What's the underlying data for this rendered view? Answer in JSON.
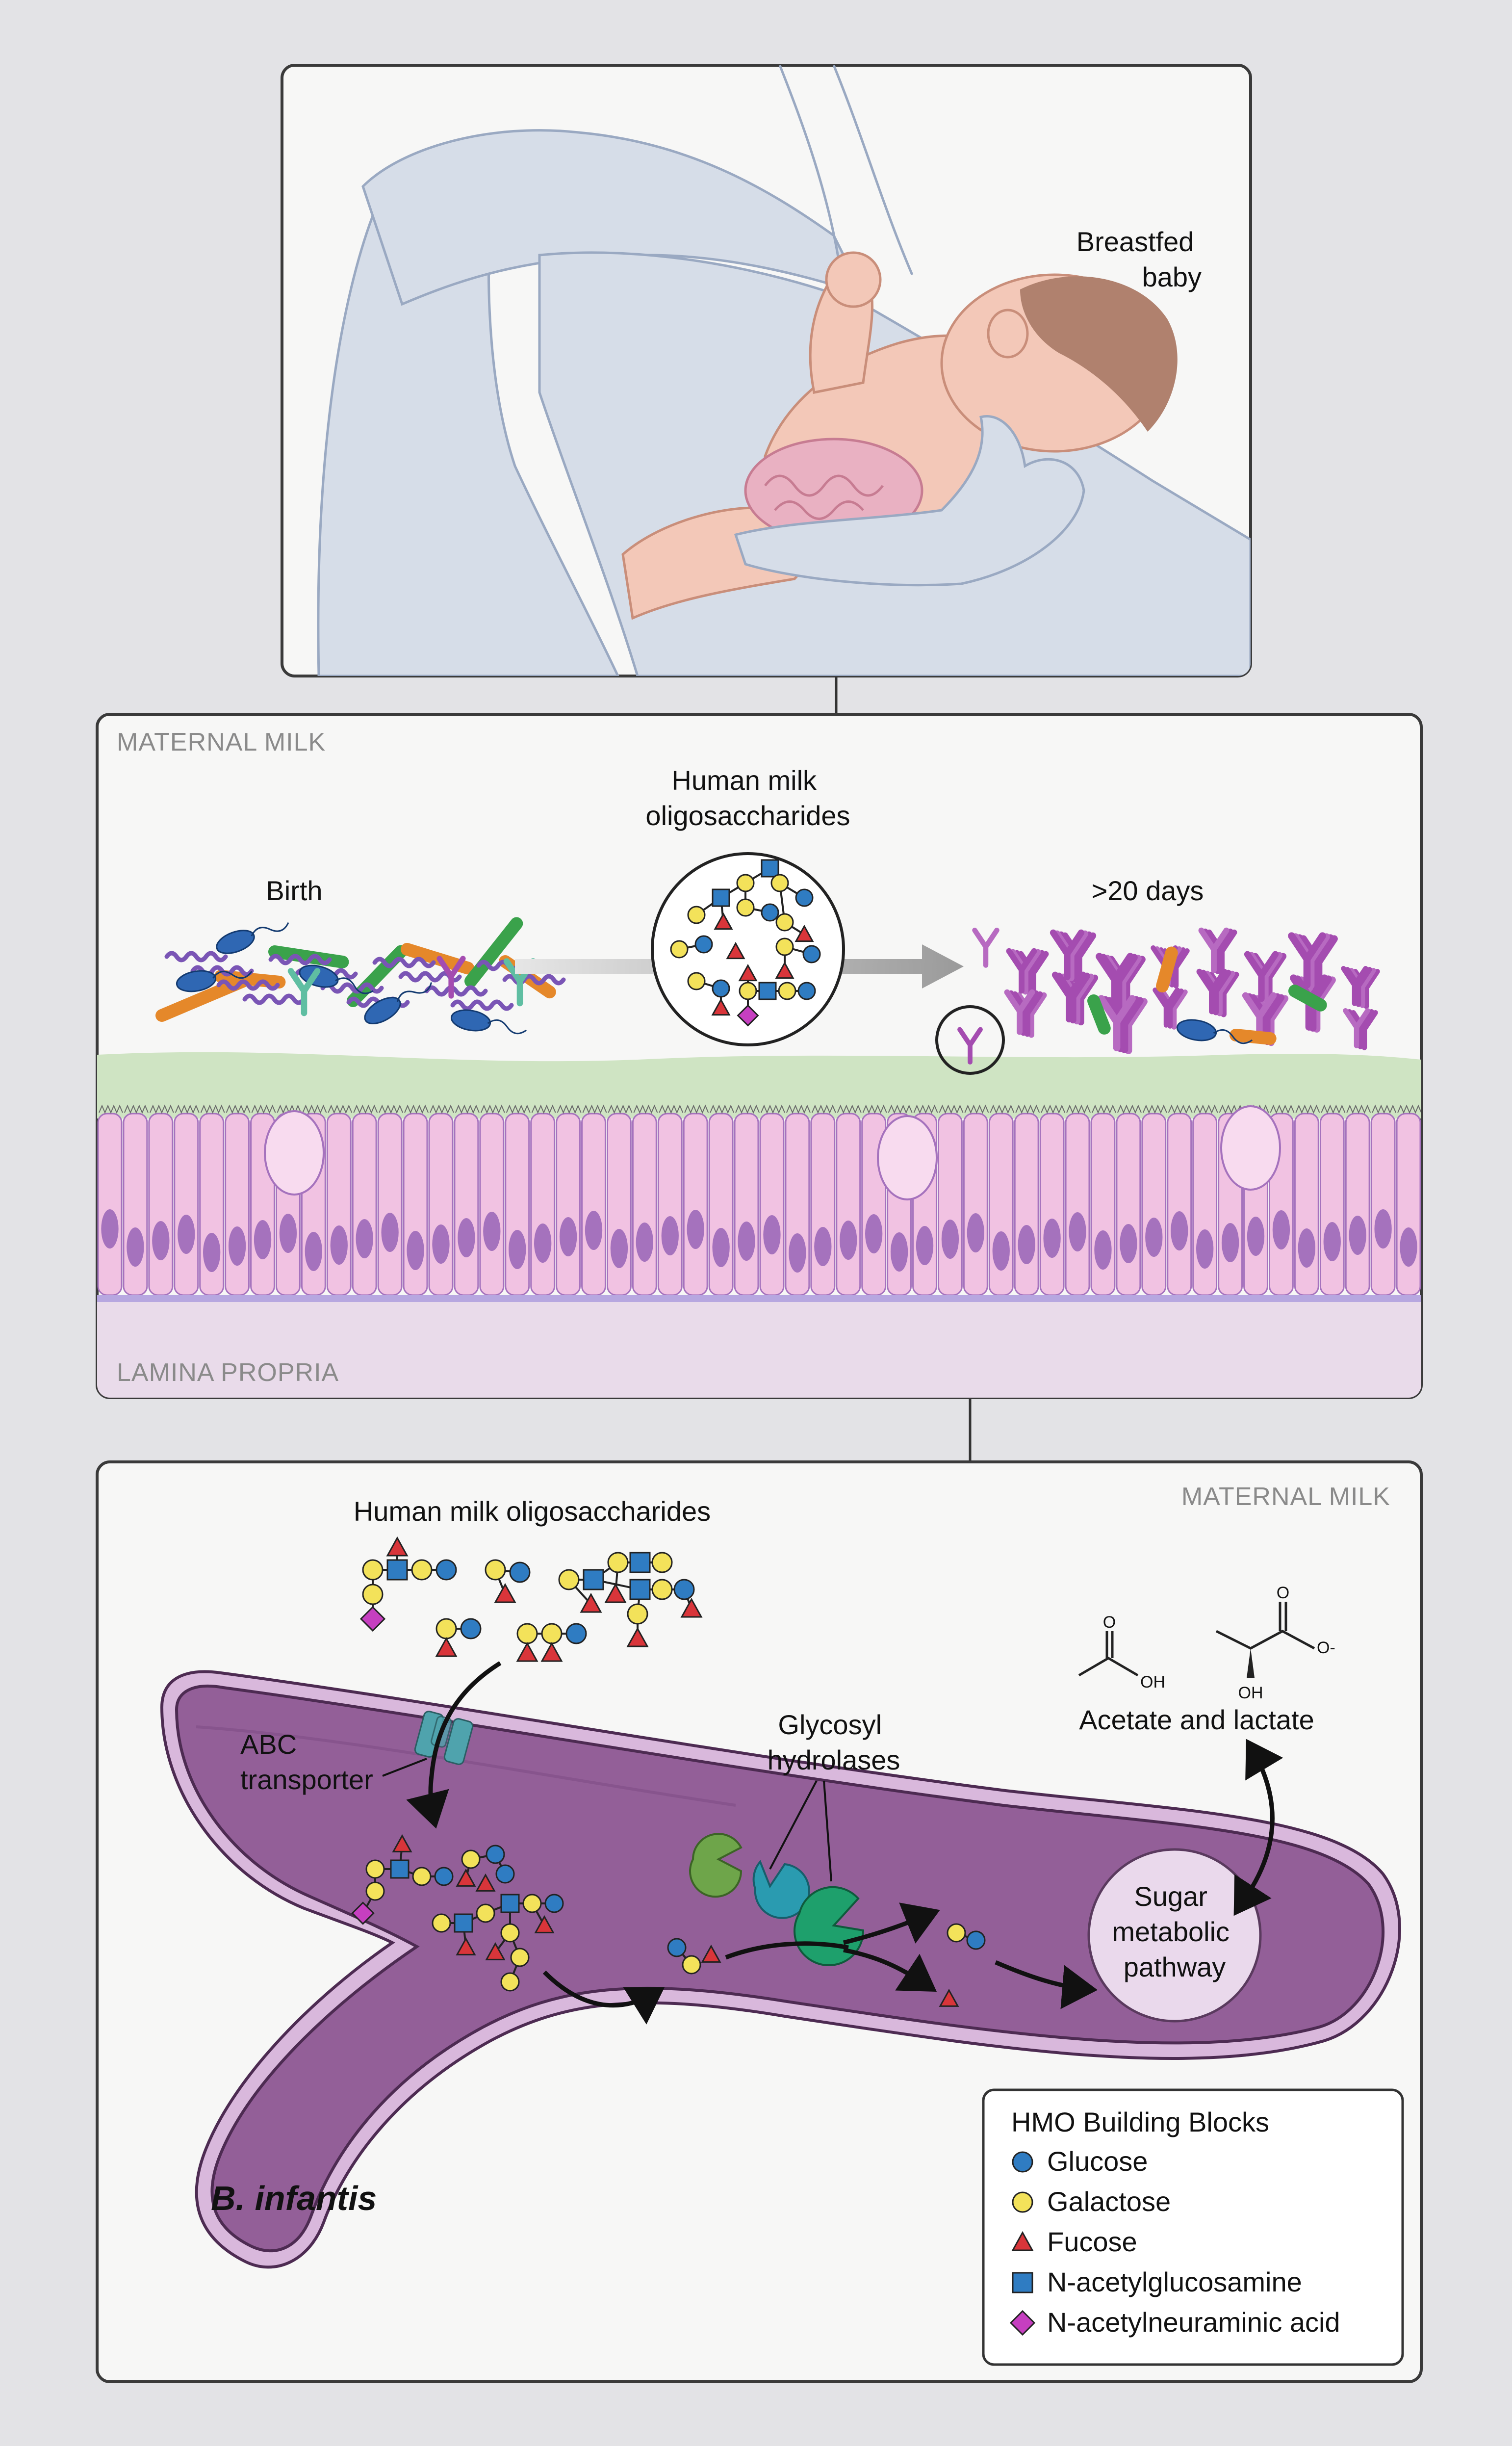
{
  "colors": {
    "background": "#e3e3e6",
    "panel_border": "#3a3a3a",
    "panel_fill": "#f7f7f6",
    "mucus": "#cfe4c3",
    "cell_fill": "#f1c2e2",
    "cell_nucleus": "#a572bd",
    "lamina": "#e9dbea",
    "bacterium": "#935f98",
    "bacterium_membrane": "#d9b8dc",
    "transporter": "#4fa3ad",
    "enzyme_green": "#1ea06c",
    "enzyme_olive": "#6ea54a",
    "enzyme_teal": "#2a9bb0",
    "glucose": "#2f7cc2",
    "galactose": "#f3e25a",
    "fucose": "#d9353a",
    "glcnac": "#2f7cc2",
    "neu5ac": "#c63fc0",
    "skin": "#f3c8b8",
    "hair": "#b0816e",
    "clothing": "#d6dde8"
  },
  "panel_top": {
    "label": "Breastfed baby"
  },
  "panel_middle": {
    "top_label": "MATERNAL MILK",
    "bottom_label": "LAMINA PROPRIA",
    "hmo_title": "Human milk oligosaccharides",
    "birth_label": "Birth",
    "later_label": ">20 days"
  },
  "panel_bottom": {
    "top_label": "MATERNAL MILK",
    "hmo_title": "Human milk oligosaccharides",
    "transporter_label": "ABC transporter",
    "hydrolases_label": "Glycosyl hydrolases",
    "pathway_label": "Sugar metabolic pathway",
    "products_label": "Acetate and lactate",
    "oh_label": "OH",
    "o_minus_label": "O-",
    "o_label": "O",
    "bacterium_label": "B. infantis"
  },
  "legend": {
    "title": "HMO Building Blocks",
    "items": [
      {
        "label": "Glucose",
        "shape": "circle",
        "color": "#2f7cc2"
      },
      {
        "label": "Galactose",
        "shape": "circle",
        "color": "#f3e25a"
      },
      {
        "label": "Fucose",
        "shape": "triangle",
        "color": "#d9353a"
      },
      {
        "label": "N-acetylglucosamine",
        "shape": "square",
        "color": "#2f7cc2"
      },
      {
        "label": "N-acetylneuraminic acid",
        "shape": "diamond",
        "color": "#c63fc0"
      }
    ]
  }
}
